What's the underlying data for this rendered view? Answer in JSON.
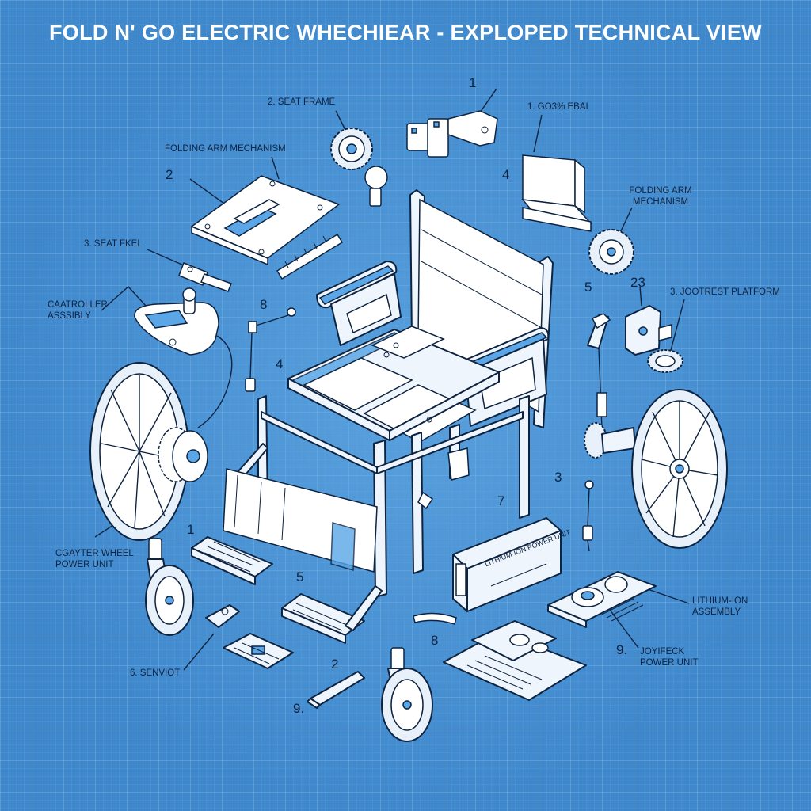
{
  "title": "FOLD N' GO ELECTRIC WHECHIEAR - EXPLOPED TECHNICAL VIEW",
  "labels": {
    "seat_frame": "2. SEAT FRAME",
    "gosl_ebai": "1. GO3% EBAI",
    "folding_arm_left": "FOLDING ARM MECHANISM",
    "folding_arm_right_1": "FOLDING ARM",
    "folding_arm_right_2": "MECHANISM",
    "seat_fkel": "3. SEAT FKEL",
    "controller_1": "CAATROLLER",
    "controller_2": "ASSSIBLY",
    "footrest": "3. JOOTREST PLATFORM",
    "caster_1": "CGAYTER WHEEL",
    "caster_2": "POWER UNIT",
    "lithium_1": "LITHIUM-ION",
    "lithium_2": "ASSEMBLY",
    "joystick_num": "9.",
    "joystick_1": "JOYIFECK",
    "joystick_2": "POWER UNIT",
    "senviot": "6. SENVIOT",
    "battery_text": "LITHIUM-ION POWER UNIT"
  },
  "numbers": {
    "n_top": "1",
    "n_left_2": "2",
    "n_right_4": "4",
    "n_mid_8": "8",
    "n_mid_4": "4",
    "n_right_5": "5",
    "n_right_23": "23",
    "n_right_3": "3",
    "n_battery_7": "7",
    "n_left_1": "1",
    "n_footrest_5": "5",
    "n_bottom_8": "8",
    "n_bottom_2": "2",
    "n_bottom_9": "9."
  }
}
